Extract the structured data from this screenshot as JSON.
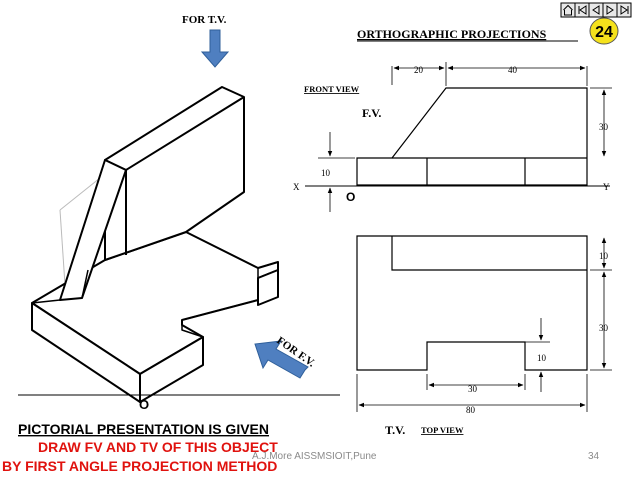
{
  "slide": {
    "title": "ORTHOGRAPHIC PROJECTIONS",
    "badge_number": "24",
    "page_number": "34",
    "footer_credit": "A.J.More AISSMSIOIT,Pune",
    "accent_badge_color": "#f5e21c",
    "arrow_color": "#4f7fc0"
  },
  "pictorial": {
    "for_tv_label": "FOR T.V.",
    "for_fv_label": "FOR F.V.",
    "origin_label": "O"
  },
  "front_view": {
    "heading": "FRONT VIEW",
    "label": "F.V.",
    "dim_top_left": "20",
    "dim_top_right": "40",
    "dim_right_height": "30",
    "dim_left_height": "10",
    "axis_x": "X",
    "axis_y": "Y",
    "origin_label": "O"
  },
  "top_view": {
    "label": "T.V.",
    "heading": "TOP VIEW",
    "dim_right_upper": "10",
    "dim_right_lower": "30",
    "dim_slot_depth": "10",
    "dim_slot_width": "30",
    "dim_overall_width": "80"
  },
  "instructions": {
    "line1": "PICTORIAL PRESENTATION IS GIVEN",
    "line2": "DRAW FV AND TV OF THIS OBJECT",
    "line3": "BY FIRST ANGLE PROJECTION METHOD"
  },
  "nav": {
    "icons": [
      "home-icon",
      "first-slide-icon",
      "previous-slide-icon",
      "next-slide-icon",
      "last-slide-icon"
    ]
  }
}
